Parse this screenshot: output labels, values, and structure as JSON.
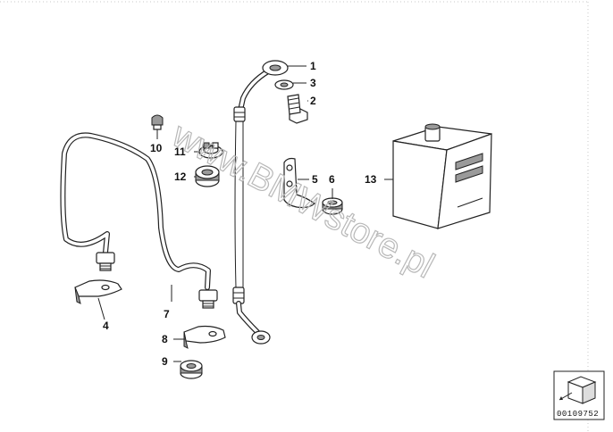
{
  "callouts": {
    "c1": "1",
    "c2": "2",
    "c3": "3",
    "c4": "4",
    "c5": "5",
    "c6": "6",
    "c7": "7",
    "c8": "8",
    "c9": "9",
    "c10": "10",
    "c11": "11",
    "c12": "12",
    "c13": "13"
  },
  "watermark": "www.BMWstore.pl",
  "diagram_code": "00109752"
}
